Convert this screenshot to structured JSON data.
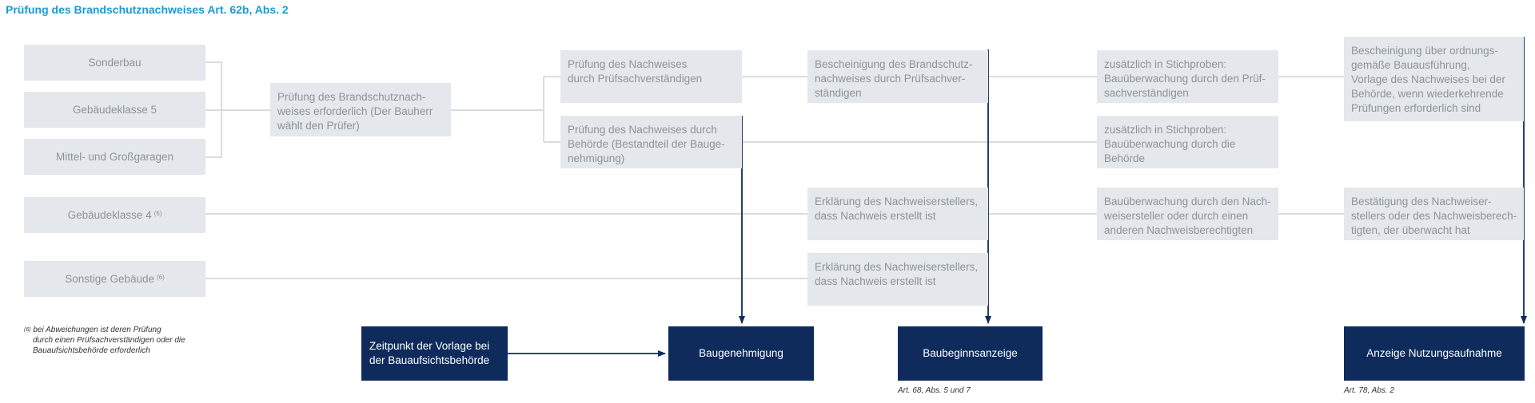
{
  "title": "Prüfung des Brandschutznachweises Art. 62b, Abs. 2",
  "colors": {
    "title": "#1a9ad6",
    "box": "#e4e8ec",
    "box_text": "#8c939a",
    "dark": "#0e2b5c",
    "connector": "#d8dde2"
  },
  "categories": {
    "sonderbau": "Sonderbau",
    "gk5": "Gebäudeklasse 5",
    "garagen": "Mittel- und Großgaragen",
    "gk4": "Gebäudeklasse 4",
    "sonstige": "Sonstige Gebäude",
    "footnote_mark": "(6)"
  },
  "steps": {
    "pruefer": [
      "Prüfung des Brandschutznach-",
      "weises erforderlich (Der Bauherr",
      "wählt den Prüfer)"
    ],
    "ps_pruefung": [
      "Prüfung des Nachweises",
      "durch Prüfsachverständigen"
    ],
    "behoerde_pruefung": [
      "Prüfung des Nachweises durch",
      "Behörde (Bestandteil der Bauge-",
      "nehmigung)"
    ],
    "bescheinigung_ps": [
      "Bescheinigung des Brandschutz-",
      "nachweises durch Prüfsachver-",
      "ständigen"
    ],
    "erklaerung_1": [
      "Erklärung des Nachweiserstellers,",
      "dass Nachweis erstellt ist"
    ],
    "erklaerung_2": [
      "Erklärung des Nachweiserstellers,",
      "dass Nachweis erstellt ist"
    ],
    "stichprobe_ps": [
      "zusätzlich in Stichproben:",
      "Bauüberwachung durch den Prüf-",
      "sachverständigen"
    ],
    "stichprobe_behoerde": [
      "zusätzlich in Stichproben:",
      "Bauüberwachung durch die",
      "Behörde"
    ],
    "ueberwachung_nachweis": [
      "Bauüberwachung durch den Nach-",
      "weisersteller oder durch einen",
      "anderen Nachweisberechtigten"
    ],
    "bescheinigung_ausfuehrung": [
      "Bescheinigung über ordnungs-",
      "gemäße Bauausführung,",
      "Vorlage des Nachweises bei der",
      "Behörde, wenn wiederkehrende",
      "Prüfungen erforderlich sind"
    ],
    "bestaetigung": [
      "Bestätigung des Nachweiser-",
      "stellers oder des Nachweisberech-",
      "tigten, der überwacht hat"
    ]
  },
  "milestones": {
    "zeitpunkt": [
      "Zeitpunkt der Vorlage bei",
      "der Bauaufsichtsbehörde"
    ],
    "baugenehmigung": "Baugenehmigung",
    "baubeginn": "Baubeginnsanzeige",
    "nutzung": "Anzeige Nutzungsaufnahme"
  },
  "refs": {
    "baubeginn": "Art. 68, Abs. 5 und 7",
    "nutzung": "Art. 78, Abs. 2"
  },
  "footnote": {
    "mark": "(6)",
    "lines": [
      "bei Abweichungen ist deren Prüfung",
      "durch einen Prüfsachverständigen oder die",
      "Bauaufsichtsbehörde erforderlich"
    ]
  }
}
